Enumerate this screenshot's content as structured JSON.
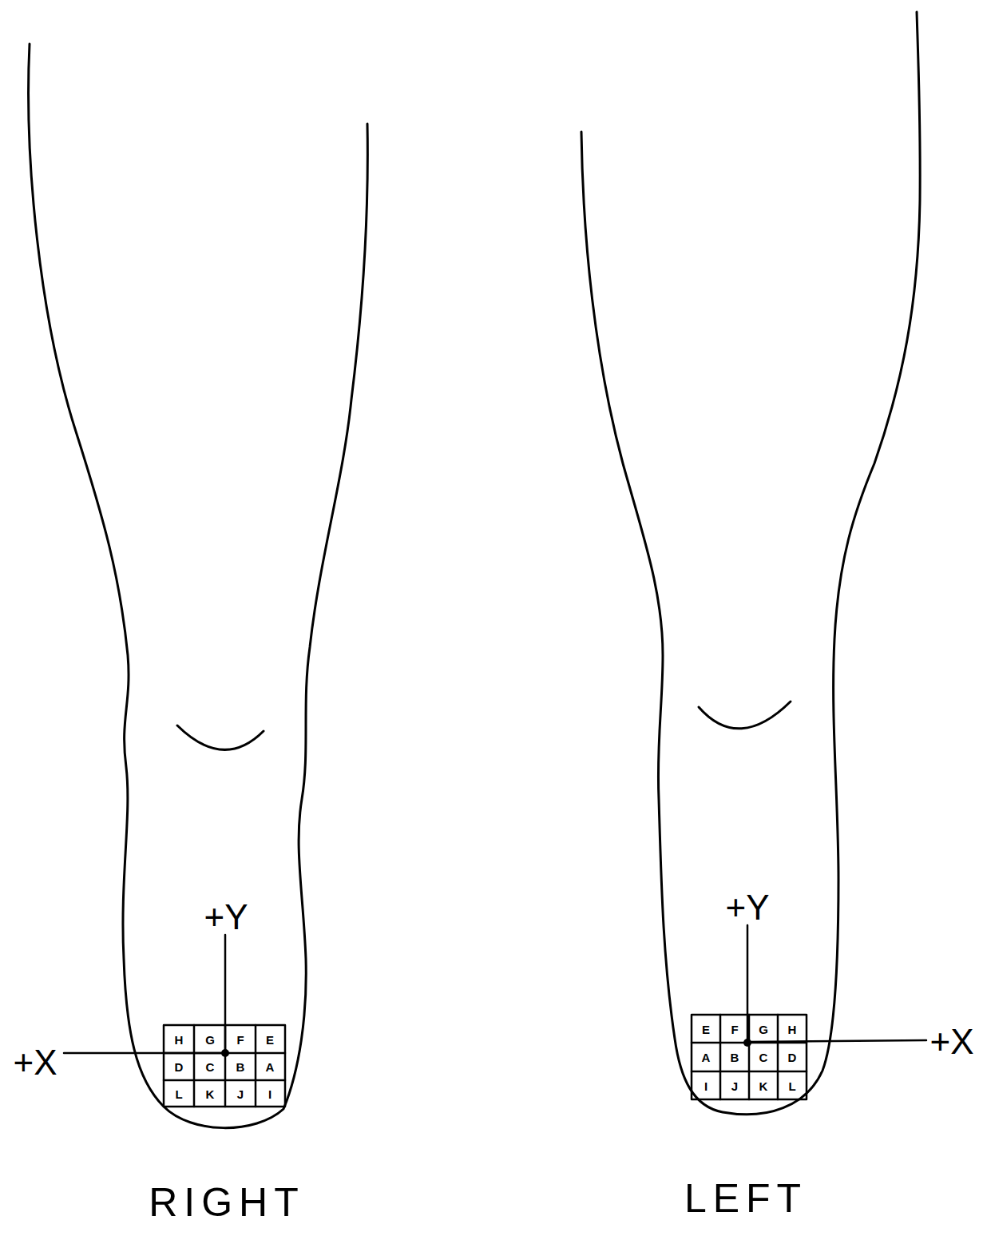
{
  "diagram": {
    "labels": [
      "+Y",
      "+X",
      "H",
      "G",
      "F",
      "E",
      "D",
      "C",
      "B",
      "A",
      "L",
      "K",
      "J",
      "I",
      "+Y",
      "+X",
      "E",
      "F",
      "G",
      "H",
      "A",
      "B",
      "C",
      "D",
      "I",
      "J",
      "K",
      "L",
      "RIGHT",
      "LEFT"
    ]
  }
}
